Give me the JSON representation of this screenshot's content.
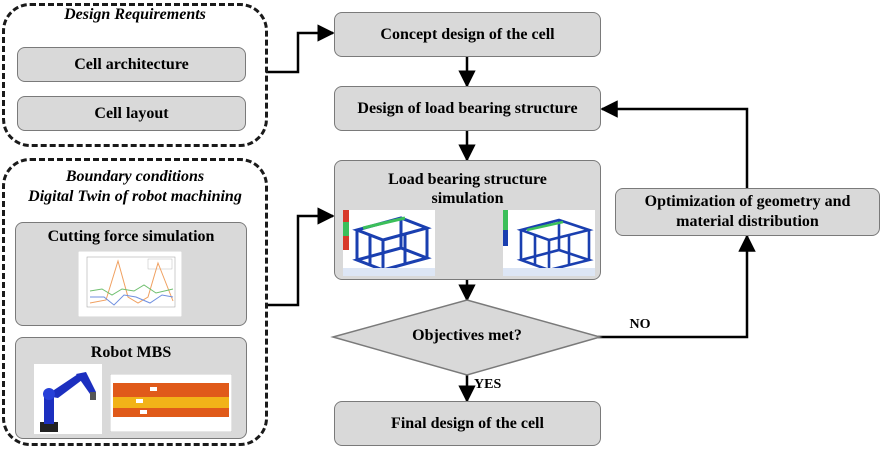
{
  "requirements": {
    "title": "Design Requirements",
    "items": [
      "Cell architecture",
      "Cell layout"
    ]
  },
  "boundary": {
    "title_line1": "Boundary conditions",
    "title_line2": "Digital Twin of robot machining",
    "cutting_label": "Cutting force simulation",
    "robot_label": "Robot MBS"
  },
  "flow": {
    "concept": "Concept design of the cell",
    "load_design": "Design of load bearing structure",
    "sim_line1": "Load bearing structure",
    "sim_line2": "simulation",
    "objectives": "Objectives met?",
    "final": "Final design of the cell",
    "optimization_line1": "Optimization of geometry and",
    "optimization_line2": "material distribution",
    "no_label": "NO",
    "yes_label": "YES"
  },
  "colors": {
    "box_fill": "#d9d9d9",
    "arrow": "#000000",
    "fem_blue": "#1a3fb0",
    "fem_green": "#3bbf5a",
    "fem_red": "#d83a2a",
    "robot_blue": "#1c2fbf",
    "bar_orange": "#e05a1a",
    "bar_yellow": "#f2b318"
  }
}
